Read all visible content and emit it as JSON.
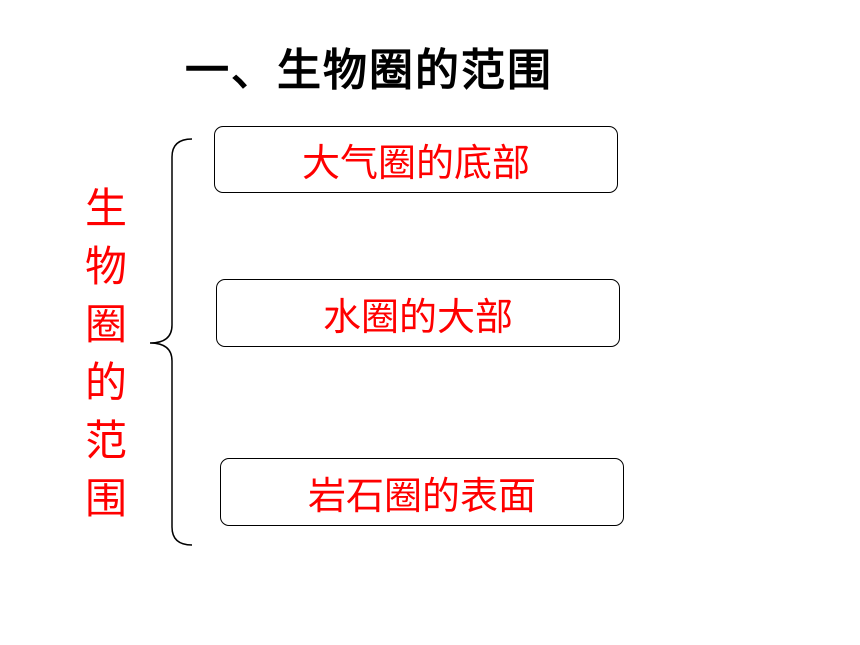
{
  "title": "一、生物圈的范围",
  "side_label": "生物圈的范围",
  "ranges": [
    "大气圈的底部",
    "水圈的大部",
    "岩石圈的表面"
  ],
  "colors": {
    "title": "#000000",
    "highlight": "#ff0000",
    "border": "#000000"
  }
}
